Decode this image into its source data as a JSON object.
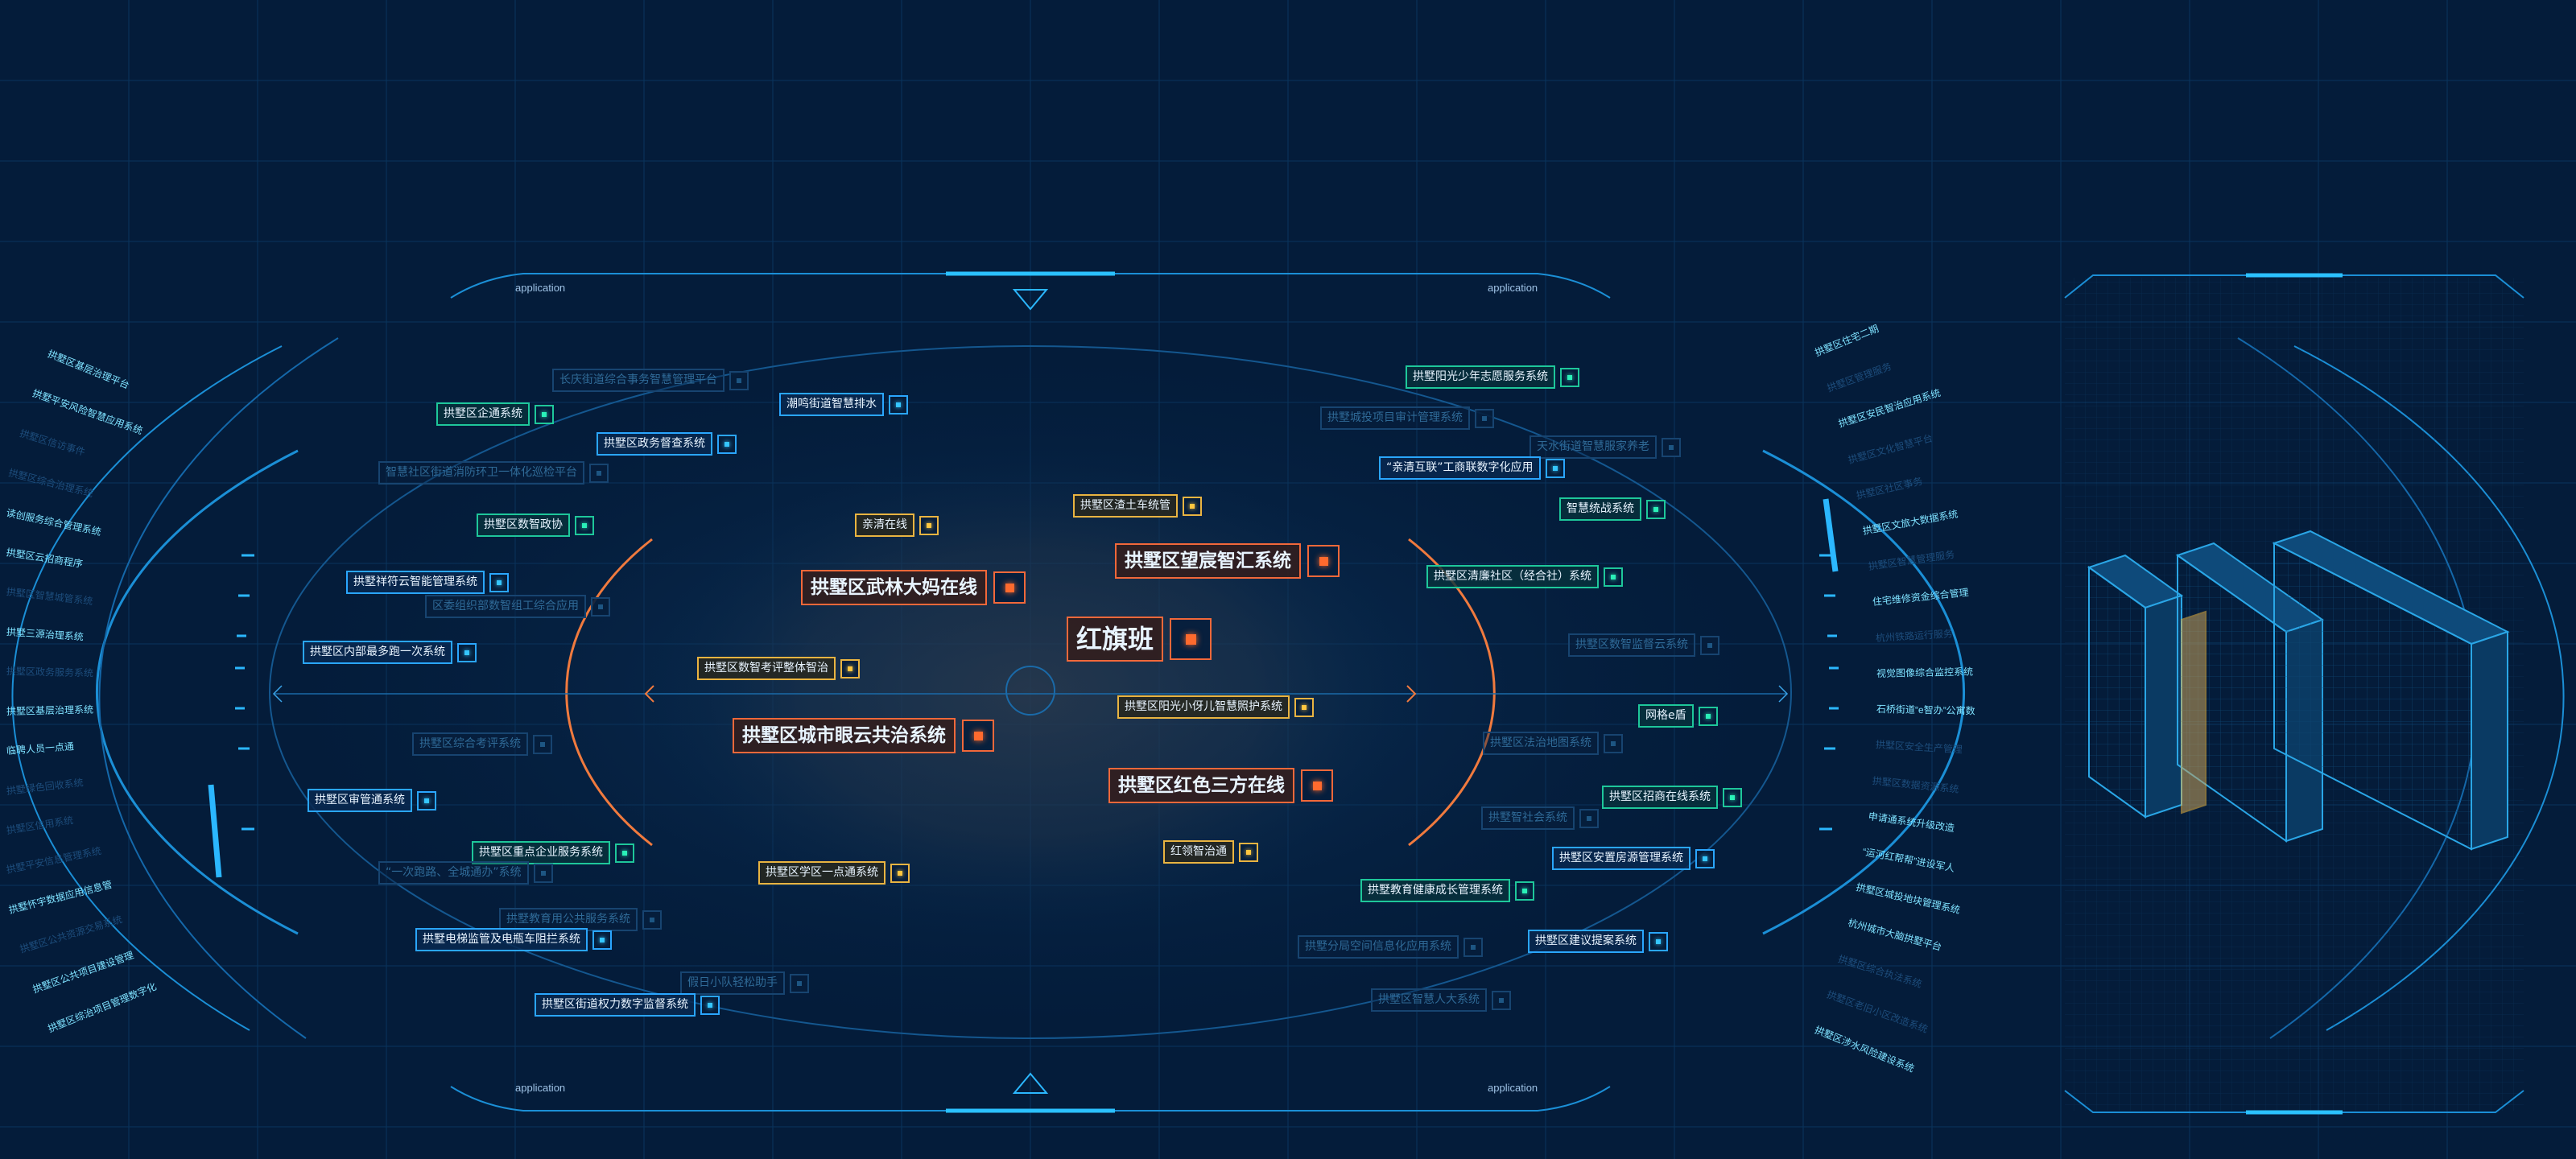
{
  "header": {
    "tag_top_left": "application",
    "tag_top_right": "application",
    "tag_bottom_left": "application",
    "tag_bottom_right": "application"
  },
  "center": {
    "title": "红旗班",
    "items": [
      {
        "text": "拱墅区武林大妈在线",
        "style": "orange big"
      },
      {
        "text": "拱墅区望宸智汇系统",
        "style": "orange big"
      },
      {
        "text": "拱墅区城市眼云共治系统",
        "style": "orange big"
      },
      {
        "text": "拱墅区红色三方在线",
        "style": "orange big"
      },
      {
        "text": "亲清在线",
        "style": "yellow"
      },
      {
        "text": "拱墅区渣土车统管",
        "style": "yellow"
      },
      {
        "text": "拱墅区数智考评整体智治",
        "style": "yellow"
      },
      {
        "text": "拱墅区阳光小伢儿智慧照护系统",
        "style": "yellow"
      },
      {
        "text": "拱墅区学区一点通系统",
        "style": "yellow"
      },
      {
        "text": "红领智治通",
        "style": "yellow"
      }
    ]
  },
  "left_items": [
    {
      "text": "长庆街道综合事务智慧管理平台",
      "style": "dim"
    },
    {
      "text": "潮鸣街道智慧排水",
      "style": "blue"
    },
    {
      "text": "拱墅区企通系统",
      "style": "green"
    },
    {
      "text": "拱墅区政务督查系统",
      "style": "blue"
    },
    {
      "text": "智慧社区街道消防环卫一体化巡检平台",
      "style": "dim"
    },
    {
      "text": "拱墅区数智政协",
      "style": "green"
    },
    {
      "text": "拱墅祥符云智能管理系统",
      "style": "blue"
    },
    {
      "text": "区委组织部数智组工综合应用",
      "style": "dim"
    },
    {
      "text": "拱墅区内部最多跑一次系统",
      "style": "blue"
    },
    {
      "text": "拱墅区综合考评系统",
      "style": "dim"
    },
    {
      "text": "拱墅区审管通系统",
      "style": "blue"
    },
    {
      "text": "拱墅区重点企业服务系统",
      "style": "green"
    },
    {
      "text": "“一次跑路、全城通办”系统",
      "style": "dim"
    },
    {
      "text": "拱墅教育用公共服务系统",
      "style": "dim"
    },
    {
      "text": "拱墅电梯监管及电瓶车阻拦系统",
      "style": "blue"
    },
    {
      "text": "假日小队轻松助手",
      "style": "dim"
    },
    {
      "text": "拱墅区街道权力数字监督系统",
      "style": "blue"
    }
  ],
  "right_items": [
    {
      "text": "拱墅阳光少年志愿服务系统",
      "style": "green"
    },
    {
      "text": "拱墅城投项目审计管理系统",
      "style": "dim"
    },
    {
      "text": "天水街道智慧服家养老",
      "style": "dim"
    },
    {
      "text": "“亲清互联”工商联数字化应用",
      "style": "blue"
    },
    {
      "text": "智慧统战系统",
      "style": "green"
    },
    {
      "text": "拱墅区清廉社区（经合社）系统",
      "style": "green"
    },
    {
      "text": "拱墅区数智监督云系统",
      "style": "dim"
    },
    {
      "text": "网格e盾",
      "style": "green"
    },
    {
      "text": "拱墅区法治地图系统",
      "style": "dim"
    },
    {
      "text": "拱墅区招商在线系统",
      "style": "green"
    },
    {
      "text": "拱墅智社会系统",
      "style": "dim"
    },
    {
      "text": "拱墅区安置房源管理系统",
      "style": "blue"
    },
    {
      "text": "拱墅教育健康成长管理系统",
      "style": "green"
    },
    {
      "text": "拱墅分局空间信息化应用系统",
      "style": "dim"
    },
    {
      "text": "拱墅区建议提案系统",
      "style": "blue"
    },
    {
      "text": "拱墅区智慧人大系统",
      "style": "dim"
    }
  ],
  "left_arc_items": [
    {
      "text": "拱墅区基层治理平台",
      "style": "lit"
    },
    {
      "text": "拱墅平安风险智慧应用系统",
      "style": "lit"
    },
    {
      "text": "拱墅区信访事件",
      "style": "dim"
    },
    {
      "text": "拱墅区综合治理系统",
      "style": "dim"
    },
    {
      "text": "读创服务综合管理系统",
      "style": "lit"
    },
    {
      "text": "拱墅区云招商程序",
      "style": "lit"
    },
    {
      "text": "拱墅区智慧城管系统",
      "style": "dim"
    },
    {
      "text": "拱墅三源治理系统",
      "style": "lit"
    },
    {
      "text": "拱墅区政务服务系统",
      "style": "dim"
    },
    {
      "text": "拱墅区基层治理系统",
      "style": "lit"
    },
    {
      "text": "临聘人员一点通",
      "style": "lit"
    },
    {
      "text": "拱墅绿色回收系统",
      "style": "dim"
    },
    {
      "text": "拱墅区信用系统",
      "style": "dim"
    },
    {
      "text": "拱墅平安信息管理系统",
      "style": "dim"
    },
    {
      "text": "拱墅怀宇数据应用信息管",
      "style": "lit"
    },
    {
      "text": "拱墅区公共资源交易系统",
      "style": "dim"
    },
    {
      "text": "拱墅区公共项目建设管理",
      "style": "lit"
    },
    {
      "text": "拱墅区综治项目管理数字化",
      "style": "lit"
    }
  ],
  "right_arc_items": [
    {
      "text": "拱墅区住宅二期",
      "style": "lit"
    },
    {
      "text": "拱墅区管理服务",
      "style": "dim"
    },
    {
      "text": "拱墅区安民智治应用系统",
      "style": "lit"
    },
    {
      "text": "拱墅区文化智慧平台",
      "style": "dim"
    },
    {
      "text": "拱墅区社区事务",
      "style": "dim"
    },
    {
      "text": "拱墅区文旅大数据系统",
      "style": "lit"
    },
    {
      "text": "拱墅区智慧管理服务",
      "style": "dim"
    },
    {
      "text": "住宅维修资金综合管理",
      "style": "lit"
    },
    {
      "text": "杭州铁路运行服务",
      "style": "dim"
    },
    {
      "text": "视觉图像综合监控系统",
      "style": "lit"
    },
    {
      "text": "石桥街道“e智办”公寓数",
      "style": "lit"
    },
    {
      "text": "拱墅区安全生产管理",
      "style": "dim"
    },
    {
      "text": "拱墅区数据资源系统",
      "style": "dim"
    },
    {
      "text": "申请通系统升级改造",
      "style": "lit"
    },
    {
      "text": "“运河红帮帮”进设军人",
      "style": "lit"
    },
    {
      "text": "拱墅区城投地块管理系统",
      "style": "lit"
    },
    {
      "text": "杭州城市大脑拱墅平台",
      "style": "lit"
    },
    {
      "text": "拱墅区综合执法系统",
      "style": "dim"
    },
    {
      "text": "拱墅区老旧小区改造系统",
      "style": "dim"
    },
    {
      "text": "拱墅区涉水风险建设系统",
      "style": "lit"
    }
  ],
  "colors": {
    "background": "#041c3a",
    "grid": "#0c3a66",
    "frame": "#1b8fd6",
    "accent_blue": "#2aa6ff",
    "accent_green": "#1ec79a",
    "accent_yellow": "#e9b441",
    "accent_orange": "#f2683a"
  },
  "icons": {
    "top_marker": "triangle-down-icon",
    "bottom_marker": "triangle-up-icon",
    "server": "server-rack-icon"
  }
}
